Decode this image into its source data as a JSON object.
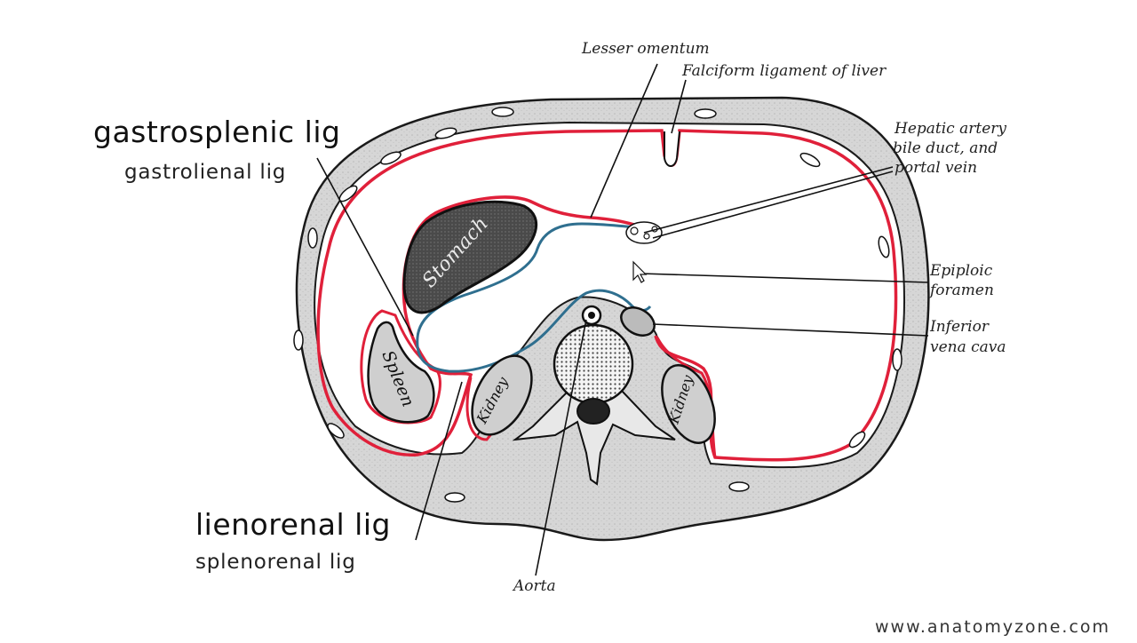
{
  "overlay_labels": {
    "gastrosplenic": {
      "main": "gastrosplenic lig",
      "sub": "gastrolienal lig"
    },
    "lienorenal": {
      "main": "lienorenal lig",
      "sub": "splenorenal lig"
    }
  },
  "figure_labels": {
    "lesser_omentum": "Lesser omentum",
    "falciform": "Falciform ligament of liver",
    "hepatic_line1": "Hepatic artery",
    "hepatic_line2": "bile duct, and",
    "hepatic_line3": "portal vein",
    "epiploic_line1": "Epiploic",
    "epiploic_line2": "foramen",
    "ivc_line1": "Inferior",
    "ivc_line2": "vena cava",
    "aorta": "Aorta"
  },
  "organ_labels": {
    "stomach": "Stomach",
    "spleen": "Spleen",
    "kidney_left": "Kidney",
    "kidney_right": "Kidney"
  },
  "watermark": "www.anatomyzone.com",
  "colors": {
    "greater_sac": "#e0203a",
    "lesser_sac": "#2f6f8f",
    "body_wall": "#d9d9d9",
    "outline": "#1a1a1a"
  }
}
